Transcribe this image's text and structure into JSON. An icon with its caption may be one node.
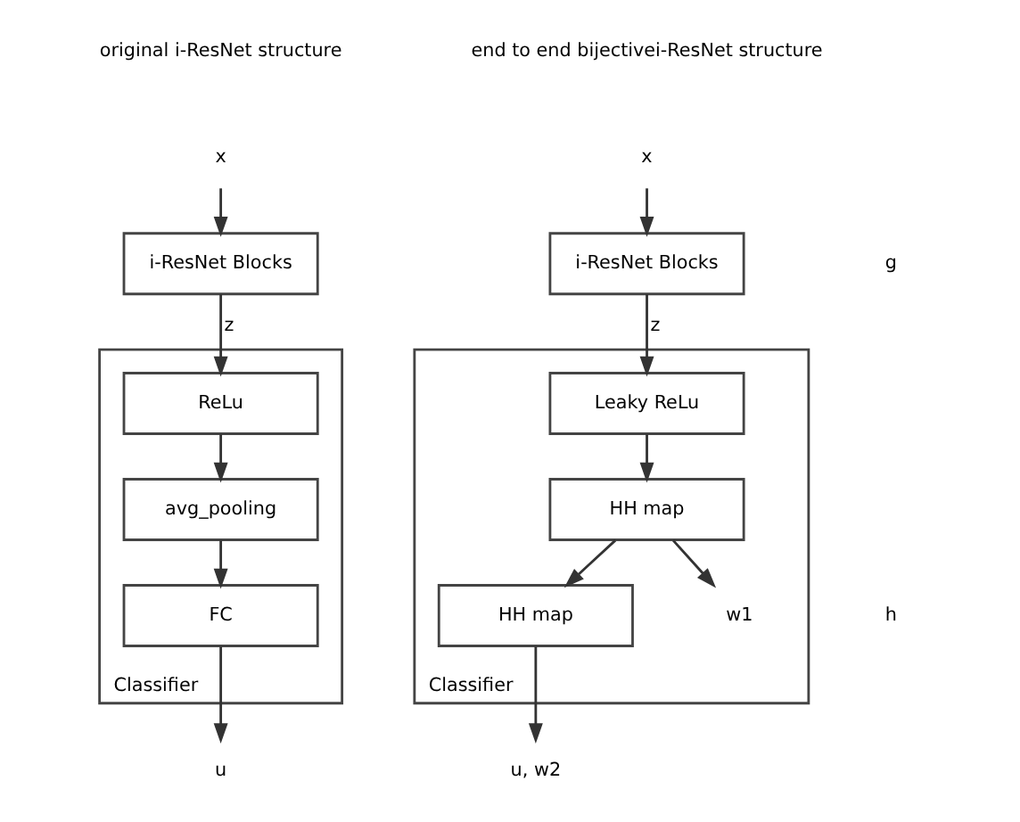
{
  "diagram": {
    "nodes": [
      {
        "text": [
          "x"
        ]
      },
      {
        "text": [
          "i-ResNet Blocks"
        ]
      },
      {
        "text": [
          "Classifier"
        ]
      },
      {
        "text": [
          "ReLu"
        ],
        "in": 2
      },
      {
        "text": [
          "avg_pooling"
        ],
        "in": 2
      },
      {
        "text": [
          "FC"
        ],
        "in": 2
      },
      {
        "text": [
          "u"
        ]
      },
      {
        "text": [
          "x"
        ]
      },
      {
        "text": [
          "i-ResNet Blocks"
        ]
      },
      {
        "text": [
          "Classifier"
        ]
      },
      {
        "text": [
          "Leaky ReLu"
        ],
        "in": 9
      },
      {
        "text": [
          "HH map"
        ],
        "in": 9
      },
      {
        "text": [
          "HH map"
        ],
        "in": 9
      },
      {
        "text": [
          "u, w2"
        ]
      },
      {
        "text": [
          "w1"
        ],
        "in": 9
      }
    ],
    "edges": [
      {
        "from": 0,
        "to": 1,
        "arrow": "to"
      },
      {
        "from": 1,
        "to": 3,
        "arrow": "to",
        "label": "z"
      },
      {
        "from": 3,
        "to": 4,
        "arrow": "to"
      },
      {
        "from": 4,
        "to": 5,
        "arrow": "to"
      },
      {
        "from": 5,
        "to": 6,
        "arrow": "to"
      },
      {
        "from": 7,
        "to": 8,
        "arrow": "to"
      },
      {
        "from": 8,
        "to": 10,
        "arrow": "to",
        "label": "z"
      },
      {
        "from": 10,
        "to": 11,
        "arrow": "to"
      },
      {
        "from": 11,
        "to": 12,
        "arrow": "to"
      },
      {
        "from": 11,
        "to": 14,
        "arrow": "to"
      },
      {
        "from": 12,
        "to": 13,
        "arrow": "to"
      }
    ],
    "labels": [
      "original i-ResNet structure",
      "end to end bijectivei-ResNet structure",
      "g",
      "h"
    ]
  }
}
